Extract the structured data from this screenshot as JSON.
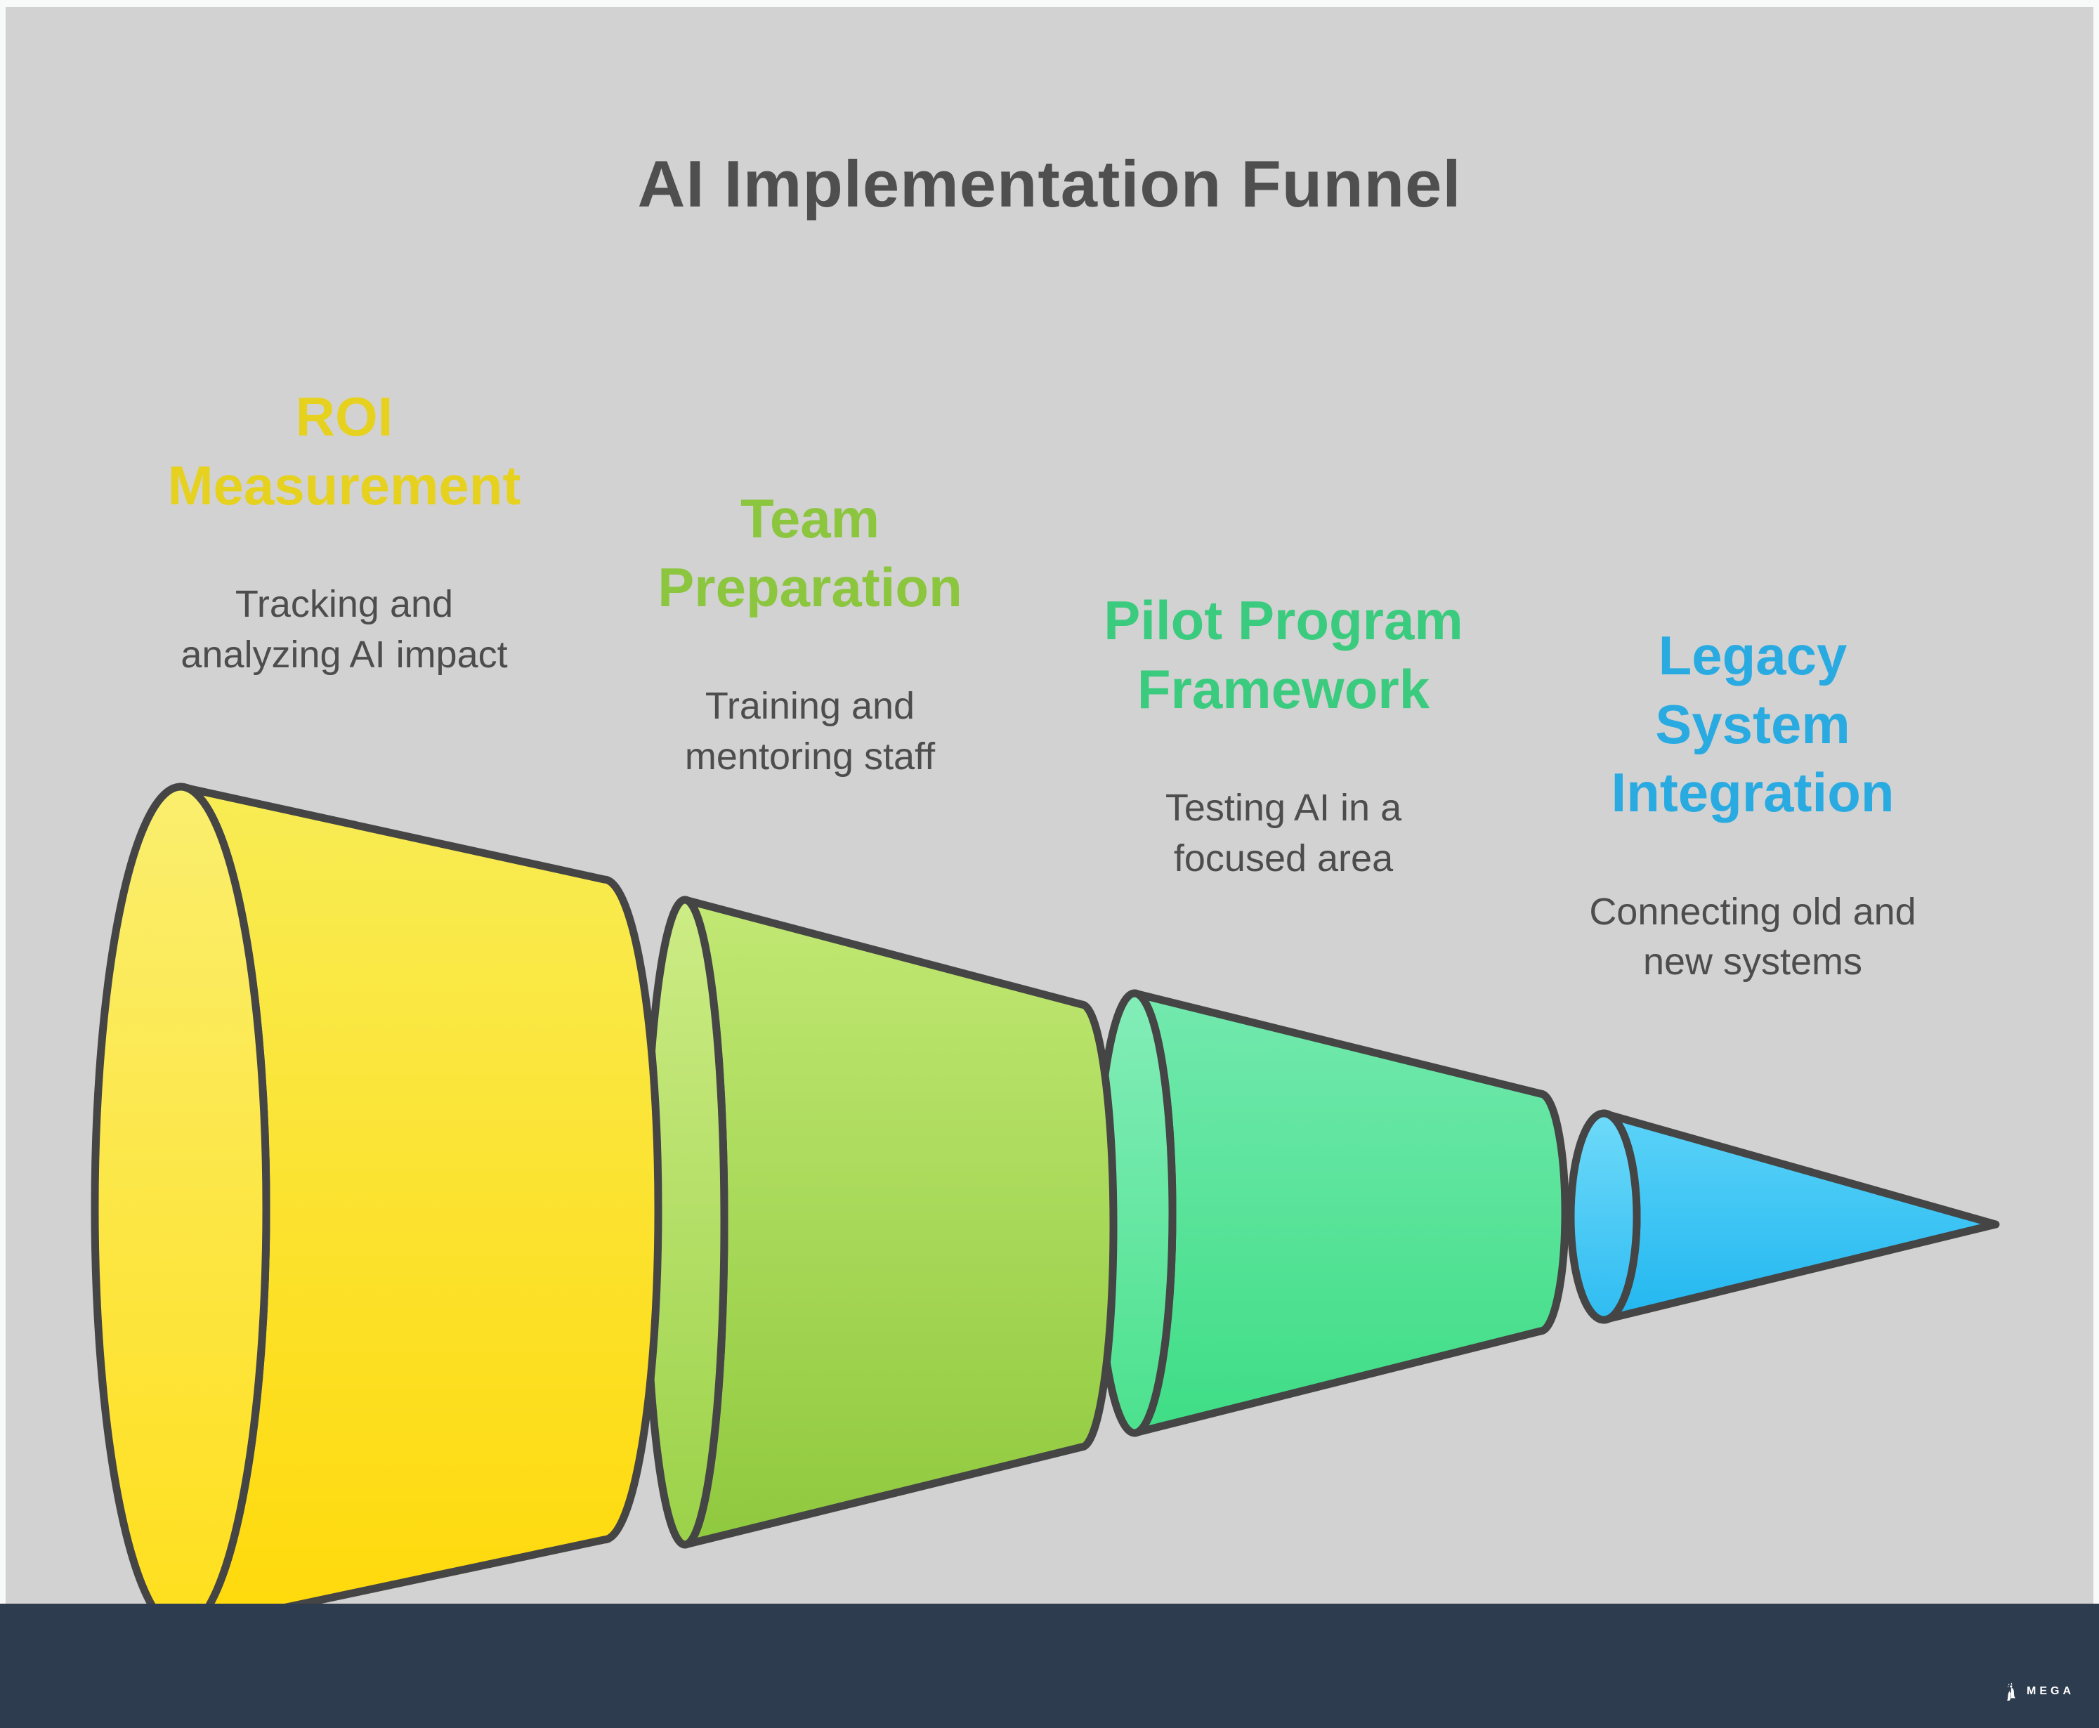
{
  "title": "AI Implementation Funnel",
  "stages": [
    {
      "name": "ROI\nMeasurement",
      "description": "Tracking and\nanalyzing AI impact",
      "label_color": "#e6d11f",
      "fill": {
        "top": "#f8ec55",
        "bottom": "#ffd90a",
        "rim_top": "#faee6e",
        "rim_bottom": "#ffdf1d"
      }
    },
    {
      "name": "Team\nPreparation",
      "description": "Training and\nmentoring staff",
      "label_color": "#8cc63f",
      "fill": {
        "top": "#c1e873",
        "bottom": "#8fc93e",
        "rim_top": "#cdec85",
        "rim_bottom": "#9bd249"
      }
    },
    {
      "name": "Pilot Program\nFramework",
      "description": "Testing AI in a\nfocused area",
      "label_color": "#3bcb7e",
      "fill": {
        "top": "#73e9ae",
        "bottom": "#3edd85",
        "rim_top": "#83edb8",
        "rim_bottom": "#4ce18e"
      }
    },
    {
      "name": "Legacy\nSystem\nIntegration",
      "description": "Connecting old and\nnew systems",
      "label_color": "#29abe2",
      "fill": {
        "top": "#5cd3f8",
        "bottom": "#22b7f0",
        "rim_top": "#6edaf9",
        "rim_bottom": "#2fbcf2"
      }
    }
  ],
  "canvas": {
    "background": "#d2d2d2",
    "border": "#f8f9f9",
    "outline": "#454545",
    "title_color": "#4f4f4f",
    "description_color": "#4d4d4d"
  },
  "footer": {
    "brand": "MEGA",
    "background": "#2d3c4e",
    "text_color": "#ffffff",
    "logo_icon": "statue-figure-icon"
  }
}
